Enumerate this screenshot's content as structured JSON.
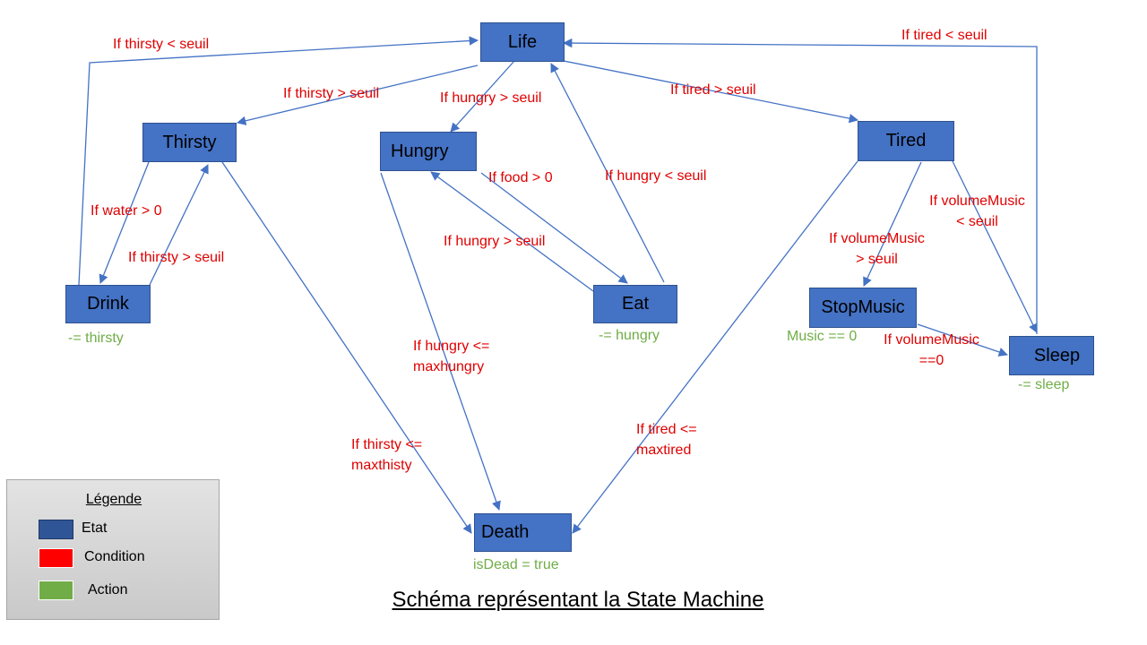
{
  "states": {
    "life": "Life",
    "thirsty": "Thirsty",
    "hungry": "Hungry",
    "tired": "Tired",
    "drink": "Drink",
    "eat": "Eat",
    "stopmusic": "StopMusic",
    "sleep": "Sleep",
    "death": "Death"
  },
  "conditions": {
    "life_thirsty": "If thirsty > seuil",
    "drink_life": "If thirsty < seuil",
    "life_hungry": "If hungry > seuil",
    "life_tired": "If tired > seuil",
    "sleep_life": "If tired < seuil",
    "thirsty_drink": "If water > 0",
    "drink_thirsty": "If thirsty > seuil",
    "hungry_eat": "If food > 0",
    "eat_hungry": "If hungry > seuil",
    "eat_life": "If hungry < seuil",
    "tired_sleep": [
      "If volumeMusic",
      "< seuil"
    ],
    "tired_stopmusic": [
      "If volumeMusic",
      "> seuil"
    ],
    "stopmusic_sleep": [
      "If volumeMusic",
      "==0"
    ],
    "hungry_death": [
      "If hungry <=",
      "maxhungry"
    ],
    "thirsty_death": [
      "If thirsty <=",
      "maxthisty"
    ],
    "tired_death": [
      "If tired <=",
      "maxtired"
    ]
  },
  "actions": {
    "drink": "-= thirsty",
    "eat": "-= hungry",
    "stopmusic": "Music == 0",
    "sleep": "-= sleep",
    "death": "isDead = true"
  },
  "legend": {
    "title": "Légende",
    "items": [
      {
        "label": "Etat",
        "color": "#2f5597"
      },
      {
        "label": "Condition",
        "color": "#ff0000"
      },
      {
        "label": "Action",
        "color": "#70ad47"
      }
    ]
  },
  "caption": "Schéma représentant la State Machine",
  "colors": {
    "state_fill": "#4472c4",
    "arrow": "#4472c4",
    "condition_text": "#e00000",
    "action_text": "#70ad47"
  }
}
